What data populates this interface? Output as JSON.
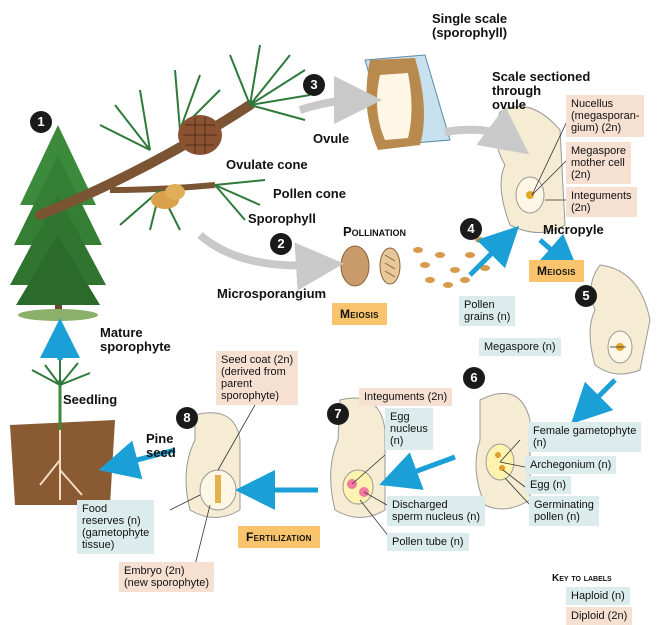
{
  "steps": [
    "1",
    "2",
    "3",
    "4",
    "5",
    "6",
    "7",
    "8"
  ],
  "labels": {
    "single_scale": "Single scale",
    "sporophyll_paren": "(sporophyll)",
    "ovule": "Ovule",
    "ovulate_cone": "Ovulate cone",
    "pollen_cone": "Pollen cone",
    "sporophyll": "Sporophyll",
    "pollination": "Pollination",
    "microsporangium": "Microsporangium",
    "scale_sectioned": [
      "Scale sectioned",
      "through",
      "ovule"
    ],
    "micropyle": "Micropyle",
    "mature_sporophyte": [
      "Mature",
      "sporophyte"
    ],
    "seedling": "Seedling",
    "pine_seed": [
      "Pine",
      "seed"
    ],
    "fertilization": "Fertilization",
    "meiosis_1": "Meiosis",
    "meiosis_2": "Meiosis"
  },
  "boxes": {
    "nucellus": [
      "Nucellus",
      "(megasporan-",
      "gium) (2n)"
    ],
    "megaspore_mother": [
      "Megaspore",
      "mother cell",
      "(2n)"
    ],
    "integuments_4": [
      "Integuments",
      "(2n)"
    ],
    "pollen_grains": [
      "Pollen",
      "grains (n)"
    ],
    "megaspore": "Megaspore (n)",
    "integuments_6": "Integuments (2n)",
    "female_gametophyte": [
      "Female gametophyte",
      "(n)"
    ],
    "archegonium": "Archegonium (n)",
    "egg": "Egg (n)",
    "germinating_pollen": [
      "Germinating",
      "pollen (n)"
    ],
    "egg_nucleus": [
      "Egg",
      "nucleus",
      "(n)"
    ],
    "discharged_sperm": [
      "Discharged",
      "sperm nucleus (n)"
    ],
    "pollen_tube": "Pollen tube (n)",
    "seed_coat": [
      "Seed coat (2n)",
      "(derived from",
      "parent",
      "sporophyte)"
    ],
    "food_reserves": [
      "Food",
      "reserves (n)",
      "(gametophyte",
      "tissue)"
    ],
    "embryo": [
      "Embryo (2n)",
      "(new sporophyte)"
    ]
  },
  "key": {
    "title": "Key to labels",
    "haploid": "Haploid (n)",
    "diploid": "Diploid (2n)"
  },
  "colors": {
    "arrow_blue": "#1a9fd6",
    "arrow_gray": "#c9c9c9",
    "haploid": "#dcecec",
    "diploid": "#f6e0d2",
    "meiosis": "#f9c46b",
    "tissue": "#f6ecd3",
    "tree_green": "#3c8a3c"
  }
}
